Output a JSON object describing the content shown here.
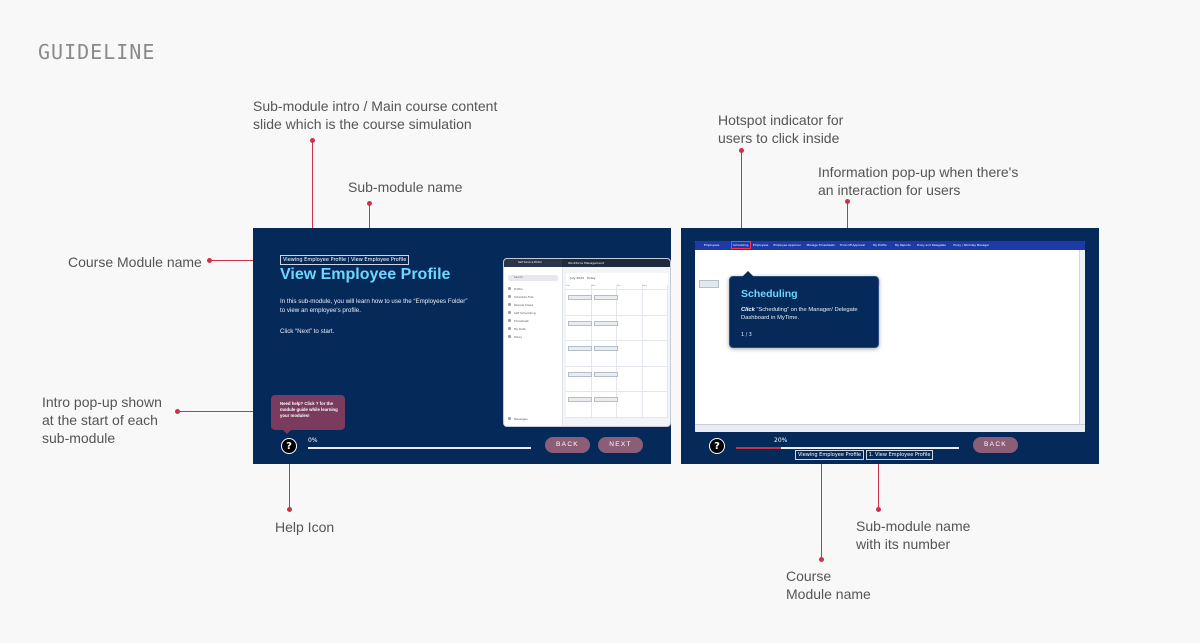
{
  "heading": "GUIDELINE",
  "annotations": {
    "submodule_intro": "Sub-module intro / Main course content\nslide which is the course simulation",
    "submodule_name": "Sub-module name",
    "course_module_name_left": "Course Module name",
    "intro_popup": "Intro pop-up shown\nat the start of each\nsub-module",
    "help_icon": "Help Icon",
    "hotspot": "Hotspot indicator for\nusers to click inside",
    "info_popup": "Information pop-up when there's\nan interaction for users",
    "submodule_number": "Sub-module name\nwith its number",
    "course_module_name_bottom": "Course\nModule name"
  },
  "slide1": {
    "course_module": "Viewing Employee Profile",
    "separator": " | ",
    "submodule": "View Employee Profile",
    "title": "View Employee Profile",
    "body": "In this sub-module, you will learn how to use the “Employees Folder” to view an employee's profile.",
    "cta": "Click “Next” to start.",
    "help_popup": "Need help? Click  ?  for the module guide while learning your modules!",
    "help_symbol": "?",
    "progress_label": "0%",
    "progress": 0,
    "back_label": "BACK",
    "next_label": "NEXT",
    "mock": {
      "logo": "Self Service Portal",
      "header": "Workforce Management",
      "search": "Search",
      "menu": [
        "Profile",
        "Schedule Hub",
        "Review Cases",
        "Self Scheduling",
        "Timesheet",
        "My Data",
        "Policy"
      ],
      "footer_item": "Messages",
      "calendar_title": "July 2025",
      "calendar_view": "Today",
      "weekdays": [
        "Sun",
        "Mon",
        "Tue",
        "Wed"
      ]
    }
  },
  "slide2": {
    "nav": [
      "Employees",
      "Employee Approval",
      "Manage Timesheets",
      "Time Off Approval",
      "My Profile",
      "My Reports",
      "Proxy and Delegates",
      "Proxy / Workday Manager"
    ],
    "nav_brand": "Employees",
    "hotspot_label": "Scheduling",
    "popup_title": "Scheduling",
    "popup_click": "Click",
    "popup_body": " “Scheduling” on the Manager/ Delegate Dashboard in MyTime.",
    "popup_step": "1 / 3",
    "help_symbol": "?",
    "progress_label": "20%",
    "progress": 20,
    "back_label": "BACK",
    "course_module": "Viewing Employee Profile",
    "submodule_numbered": "1. View Employee Profile"
  },
  "colors": {
    "slide_bg": "#052a5a",
    "accent_cyan": "#6fd6ff",
    "button_mauve": "#8c5d77",
    "annotation_red": "#d0314a"
  }
}
